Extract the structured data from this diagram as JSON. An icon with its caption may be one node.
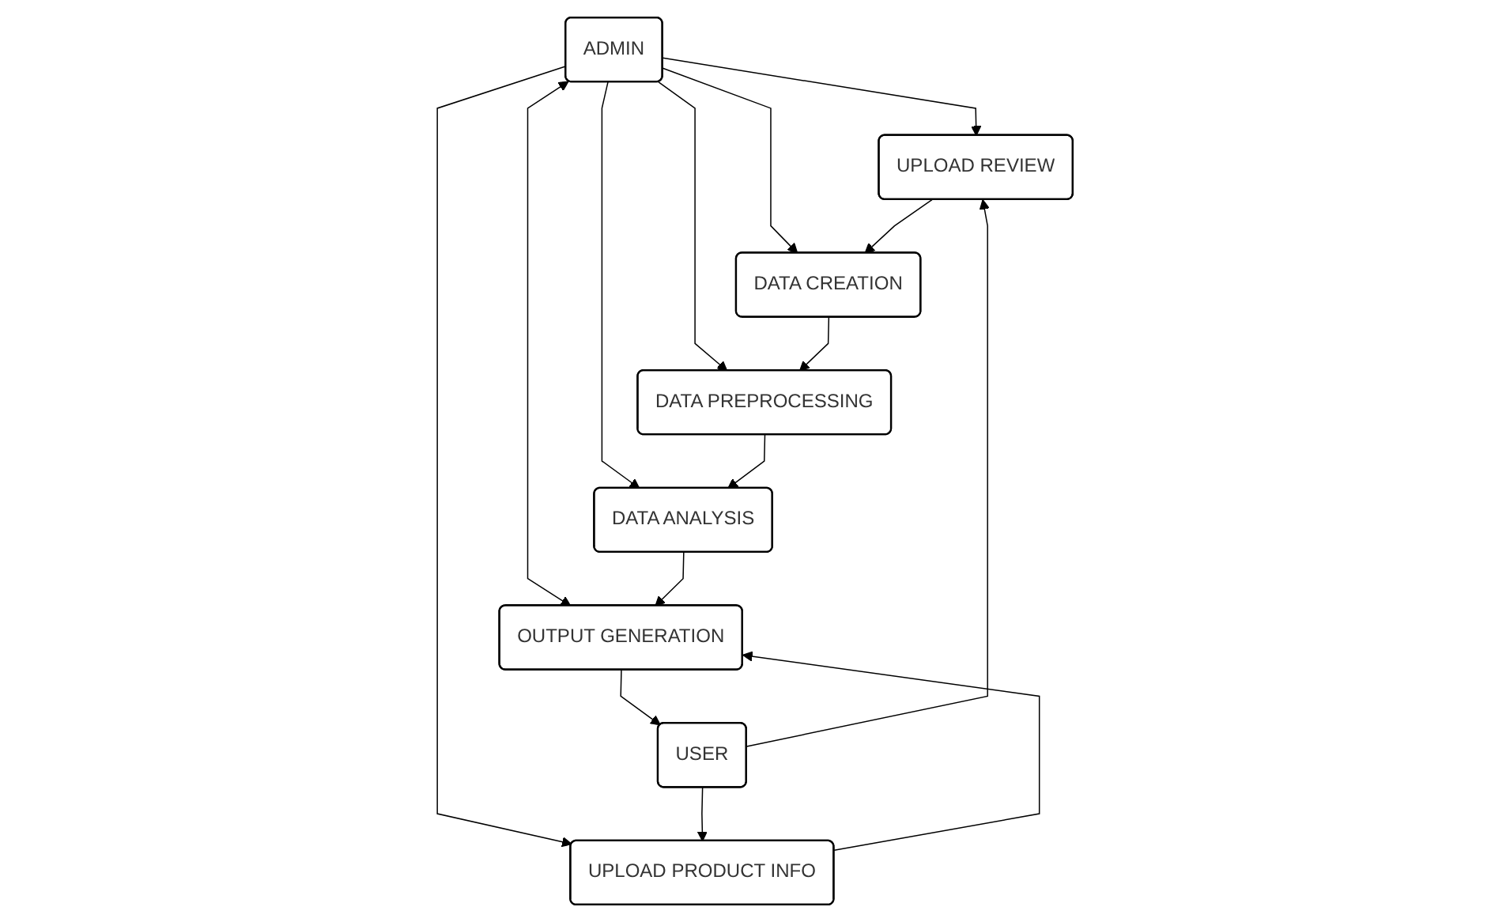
{
  "diagram": {
    "nodes": [
      {
        "text": [
          "ADMIN"
        ]
      },
      {
        "text": [
          "UPLOAD REVIEW"
        ]
      },
      {
        "text": [
          "DATA CREATION"
        ]
      },
      {
        "text": [
          "USER"
        ]
      },
      {
        "text": [
          "UPLOAD PRODUCT INFO"
        ]
      },
      {
        "text": [
          "DATA PREPROCESSING"
        ]
      },
      {
        "text": [
          "OUTPUT GENERATION"
        ]
      },
      {
        "text": [
          "DATA ANALYSIS"
        ]
      }
    ],
    "edges": [
      {
        "from": 0,
        "to": 1,
        "arrow": "to"
      },
      {
        "from": 0,
        "to": 4,
        "arrow": "to"
      },
      {
        "from": 0,
        "to": 2,
        "arrow": "to"
      },
      {
        "from": 0,
        "to": 5,
        "arrow": "to"
      },
      {
        "from": 0,
        "to": 7,
        "arrow": "to"
      },
      {
        "from": 0,
        "to": 6,
        "arrow": "both"
      },
      {
        "from": 3,
        "to": 1,
        "arrow": "to"
      },
      {
        "from": 3,
        "to": 4,
        "arrow": "to"
      },
      {
        "from": 6,
        "to": 3,
        "arrow": "to"
      },
      {
        "from": 1,
        "to": 2,
        "arrow": "to"
      },
      {
        "from": 2,
        "to": 5,
        "arrow": "to"
      },
      {
        "from": 5,
        "to": 7,
        "arrow": "to"
      },
      {
        "from": 7,
        "to": 6,
        "arrow": "to"
      },
      {
        "from": 4,
        "to": 6,
        "arrow": "to"
      }
    ]
  }
}
